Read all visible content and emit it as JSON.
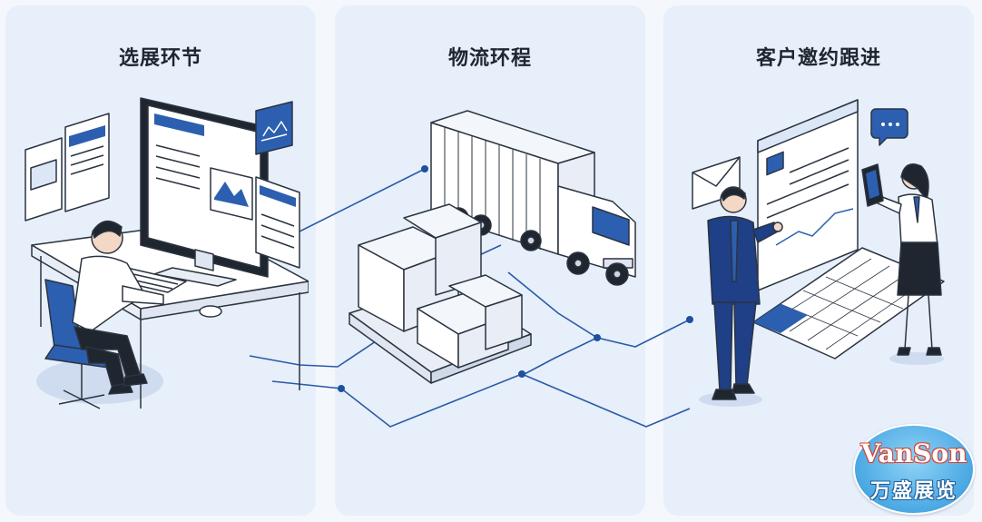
{
  "panels": [
    {
      "title": "选展环节"
    },
    {
      "title": "物流环程"
    },
    {
      "title": "客户邀约跟进"
    }
  ],
  "logo": {
    "en": "VanSon",
    "cn": "万盛展览"
  },
  "colors": {
    "accent": "#2d5fb0",
    "dark_blue": "#1f3f86",
    "panel_bg": "#e7effa",
    "line": "#1f4f9e"
  }
}
